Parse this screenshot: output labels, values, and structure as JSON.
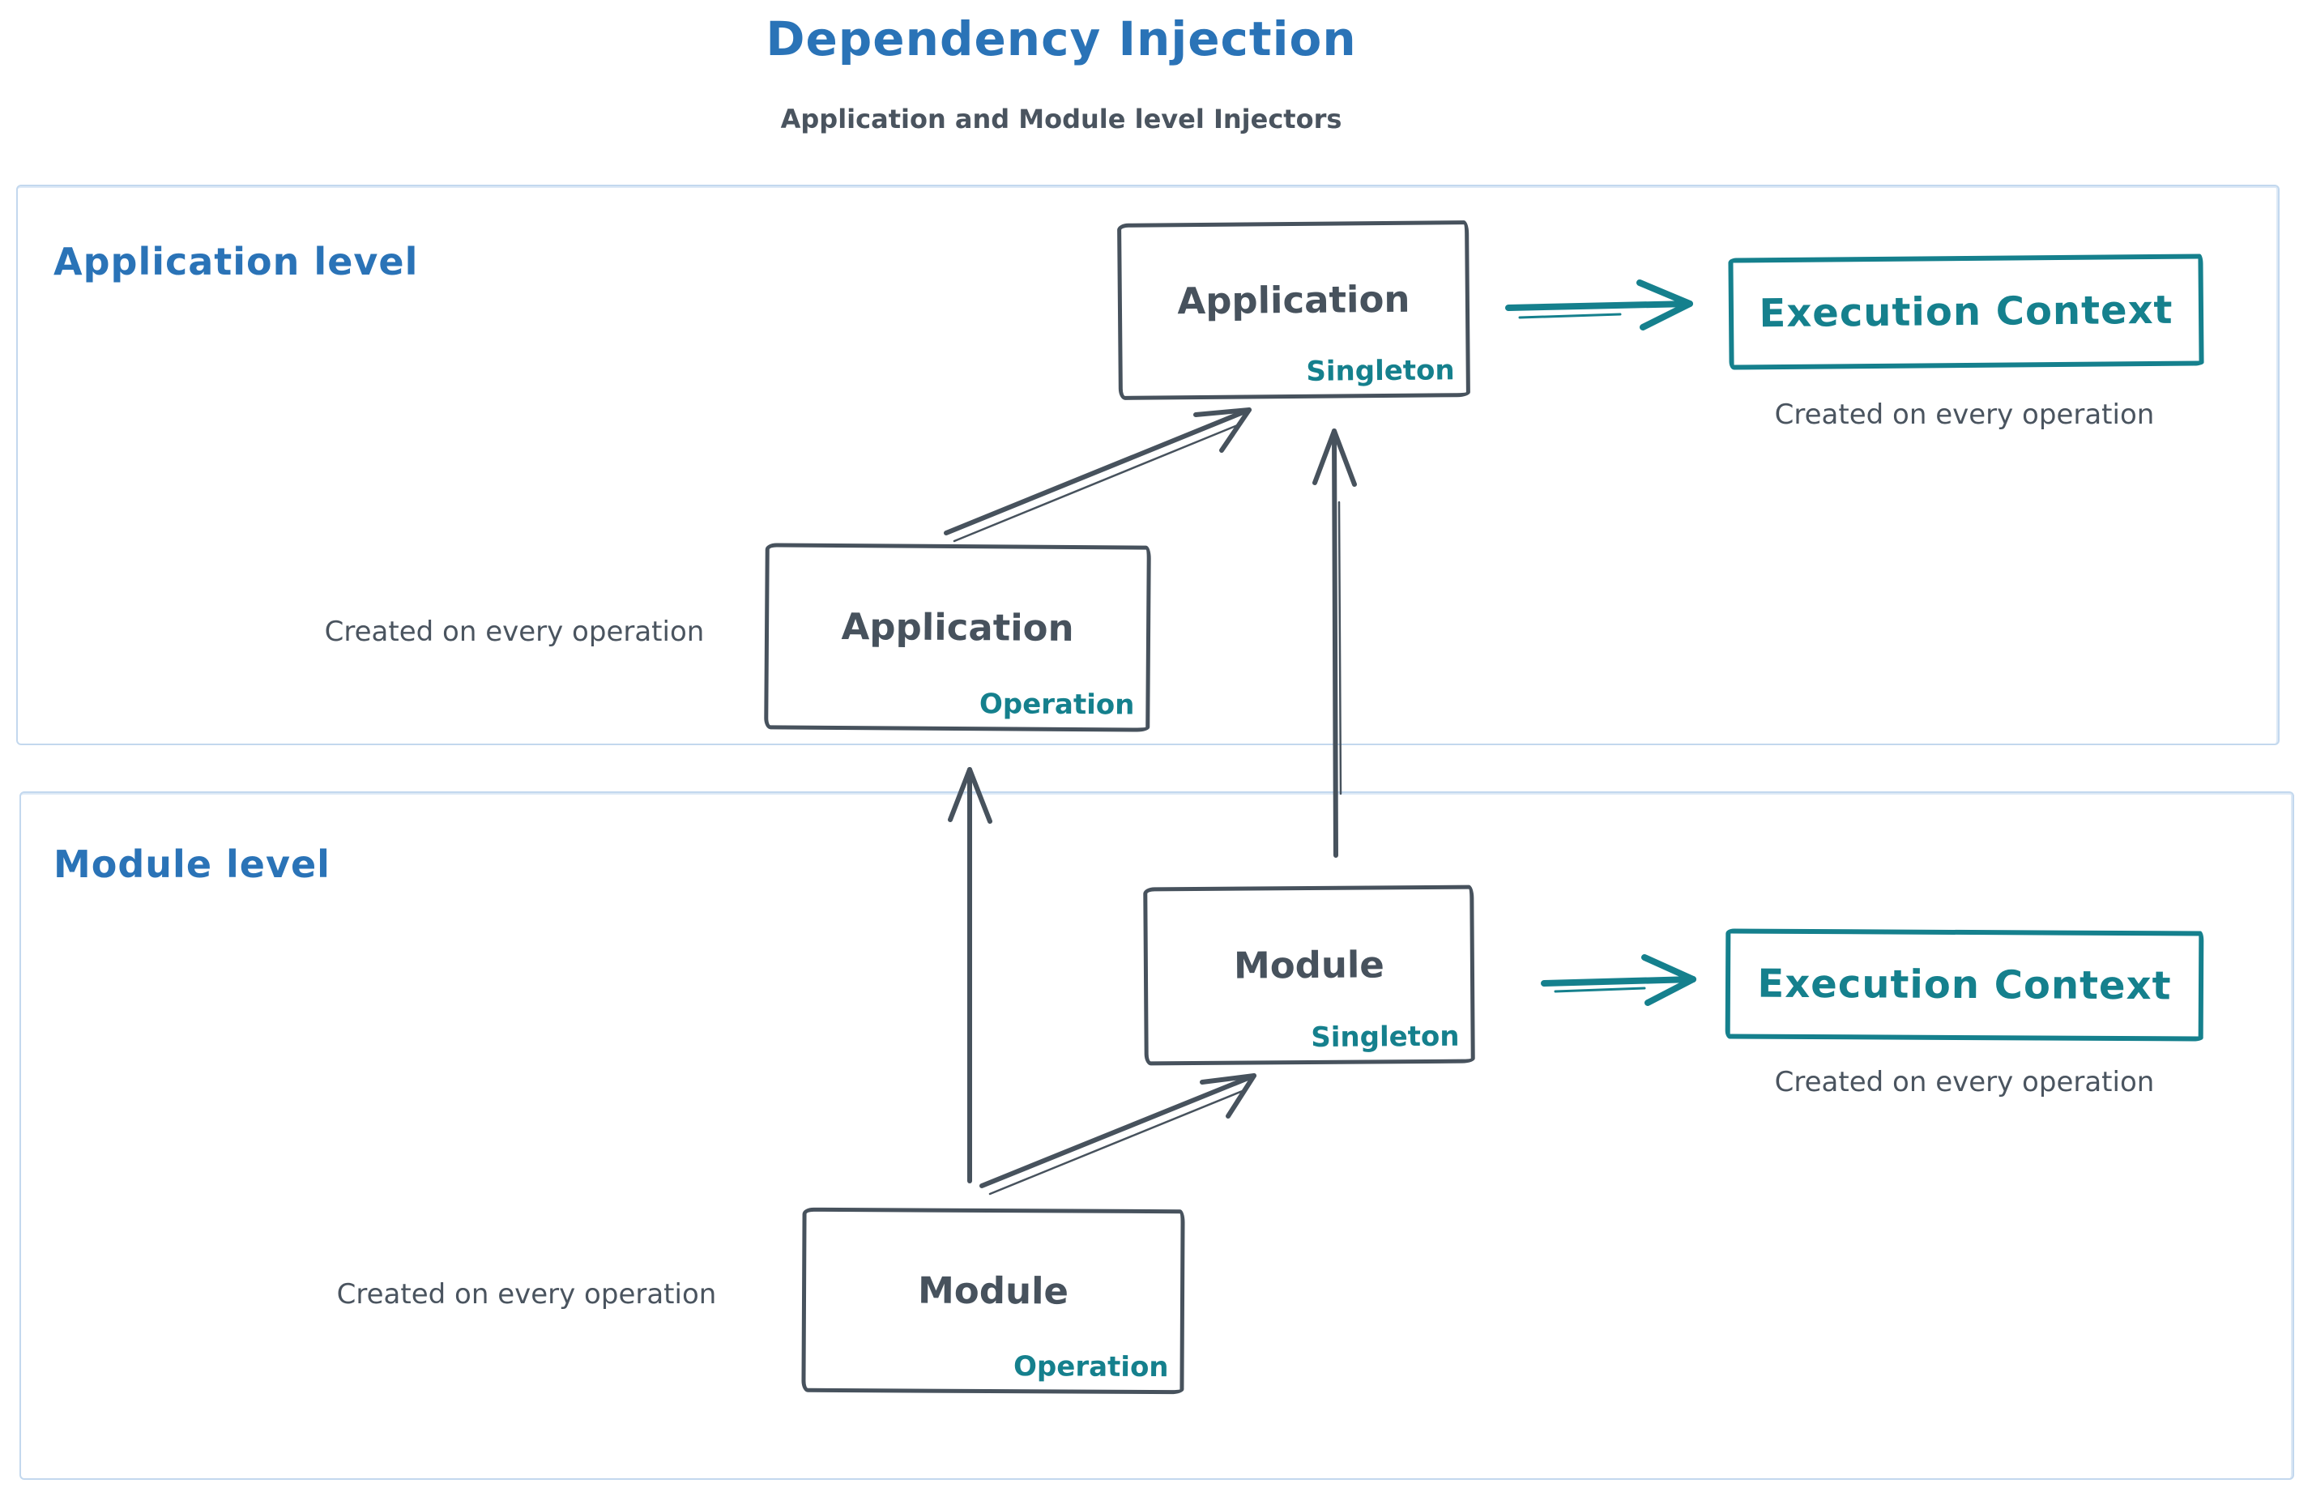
{
  "colors": {
    "accent_blue": "#2a73b7",
    "accent_teal": "#15808d",
    "ink_dark": "#47525d",
    "container_border": "#c3d8ee"
  },
  "header": {
    "title": "Dependency Injection",
    "subtitle": "Application and Module level Injectors"
  },
  "sections": {
    "application": {
      "label": "Application level",
      "singleton_box": {
        "title": "Application",
        "badge": "Singleton"
      },
      "operation_box": {
        "title": "Application",
        "badge": "Operation"
      },
      "execution_context": {
        "label": "Execution Context"
      },
      "exec_caption": "Created on every operation",
      "operation_caption": "Created on every operation"
    },
    "module": {
      "label": "Module level",
      "singleton_box": {
        "title": "Module",
        "badge": "Singleton"
      },
      "operation_box": {
        "title": "Module",
        "badge": "Operation"
      },
      "execution_context": {
        "label": "Execution Context"
      },
      "exec_caption": "Created on every operation",
      "operation_caption": "Created on every operation"
    }
  }
}
